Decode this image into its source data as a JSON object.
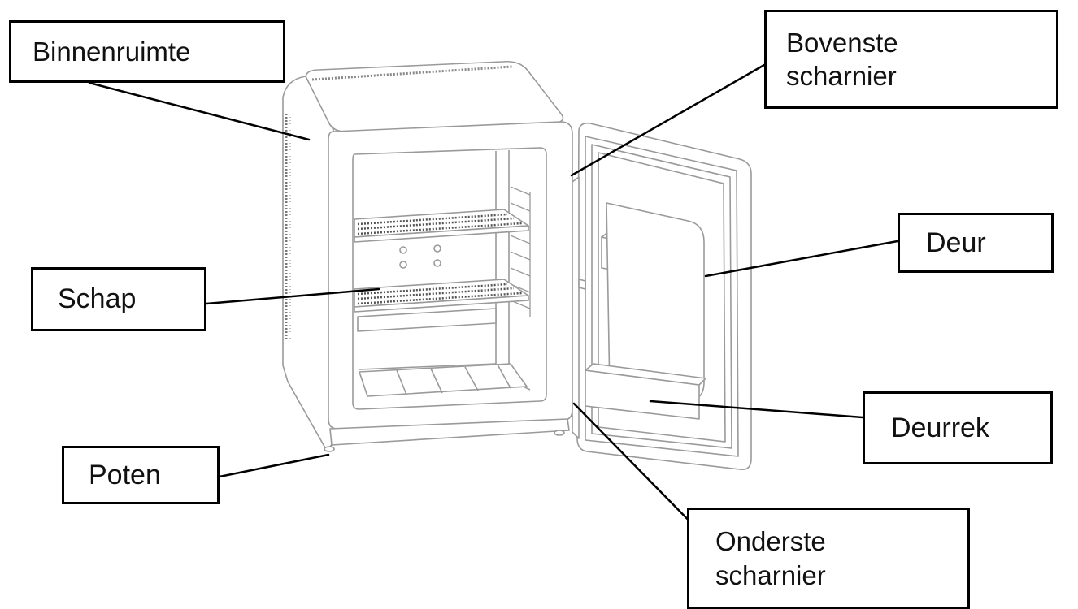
{
  "labels": {
    "binnenruimte": "Binnenruimte",
    "bovenste_scharnier": "Bovenste\nscharnier",
    "deur": "Deur",
    "schap": "Schap",
    "deurrek": "Deurrek",
    "poten": "Poten",
    "onderste_scharnier": "Onderste\nscharnier"
  },
  "colors": {
    "line": "#000000",
    "drawing_stroke": "#9a9a9a",
    "background": "#ffffff"
  }
}
